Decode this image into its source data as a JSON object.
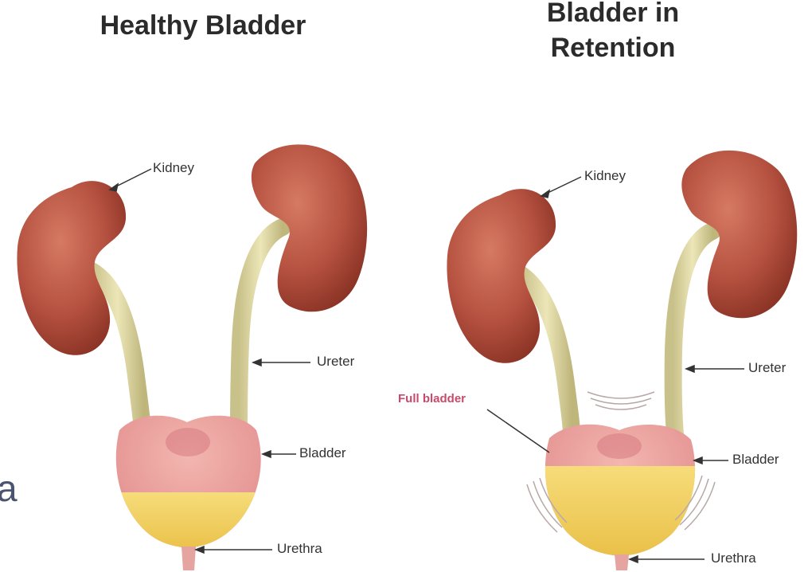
{
  "titles": {
    "left": "Healthy Bladder",
    "right_line1": "Bladder in",
    "right_line2": "Retention"
  },
  "left_diagram": {
    "kidney": "Kidney",
    "ureter": "Ureter",
    "bladder": "Bladder",
    "urethra": "Urethra"
  },
  "right_diagram": {
    "kidney": "Kidney",
    "ureter": "Ureter",
    "full_bladder": "Full bladder",
    "bladder": "Bladder",
    "urethra": "Urethra"
  },
  "edge_fragment": "a",
  "colors": {
    "kidney": "#b4503f",
    "ureter": "#d8d2a0",
    "bladder_pink": "#eaa0a0",
    "urine": "#f0cf5e",
    "label_highlight": "#c84a6a"
  }
}
